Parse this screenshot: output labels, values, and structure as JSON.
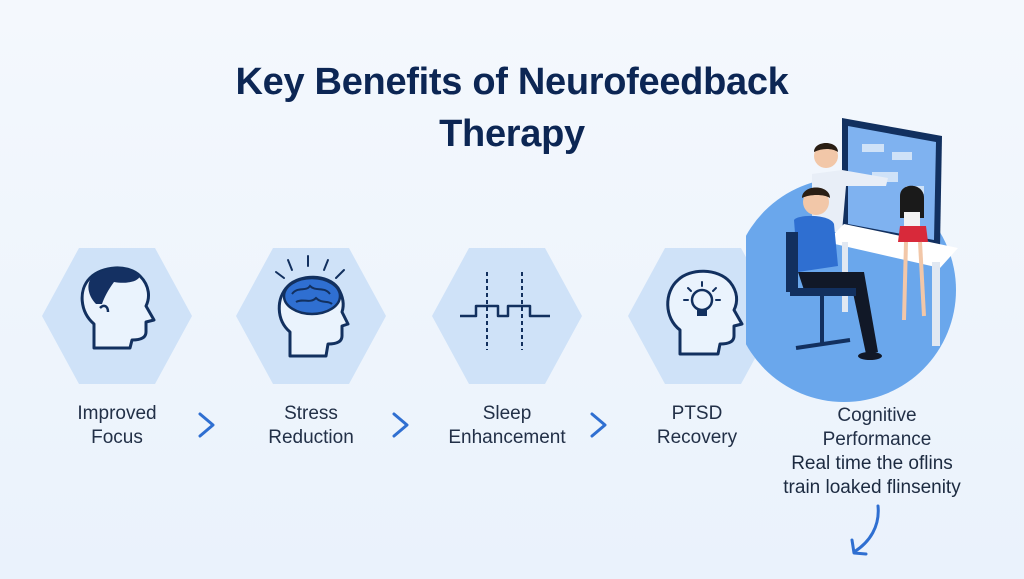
{
  "title": {
    "line1": "Key Benefits of Neurofeedback",
    "line2": "Therapy"
  },
  "benefits": [
    {
      "line1": "Improved",
      "line2": "Focus",
      "icon": "head-profile-icon"
    },
    {
      "line1": "Stress",
      "line2": "Reduction",
      "icon": "brain-head-icon"
    },
    {
      "line1": "Sleep",
      "line2": "Enhancement",
      "icon": "sleep-wave-icon"
    },
    {
      "line1": "PTSD",
      "line2": "Recovery",
      "icon": "lightbulb-head-icon"
    },
    {
      "line1": "Cognitive",
      "line2": "Performance",
      "icon": "therapy-session-illustration"
    }
  ],
  "note": {
    "line1": "Real time the oflins",
    "line2": "train loaked flinsenity"
  },
  "colors": {
    "title": "#0c2654",
    "hex_fill": "#cfe2f8",
    "accent": "#2f6fd1",
    "circle": "#6aa7ec"
  }
}
